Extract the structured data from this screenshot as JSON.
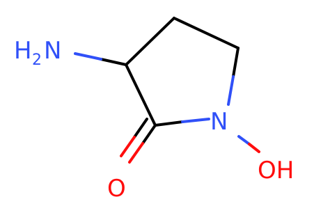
{
  "molecule": {
    "atoms": {
      "nh2": {
        "main": "H",
        "sub": "2",
        "tail": "N"
      },
      "n_ring": "N",
      "o_carbonyl": "O",
      "oh": "OH"
    }
  },
  "colors": {
    "bond": "#000000",
    "nitrogen": "#3050F8",
    "oxygen": "#FF0D0D"
  }
}
